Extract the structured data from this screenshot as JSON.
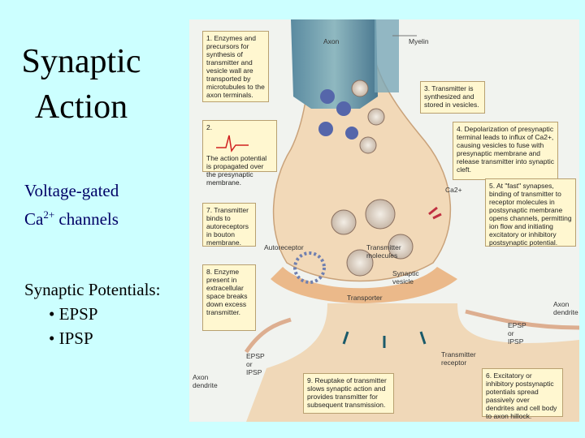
{
  "slide": {
    "title_line1": "Synaptic",
    "title_line2": "Action",
    "vg_line1": "Voltage-gated",
    "vg_ca": "Ca",
    "vg_sup": "2+",
    "vg_rest": " channels",
    "sp_heading": "Synaptic Potentials:",
    "sp_items": [
      "• EPSP",
      "• IPSP"
    ]
  },
  "diagram": {
    "labels": {
      "axon": "Axon",
      "myelin": "Myelin",
      "ca": "Ca2+",
      "autoreceptor": "Autoreceptor",
      "transmitter_molecules": "Transmitter molecules",
      "synaptic_vesicle": "Synaptic vesicle",
      "transporter": "Transporter",
      "transmitter_receptor": "Transmitter receptor",
      "axon_dendrite_right": "Axon dendrite",
      "epsp_ipsp_right": "EPSP or IPSP",
      "epsp_ipsp_left": "EPSP or IPSP",
      "axon_dendrite_left": "Axon dendrite"
    },
    "notes": {
      "n1": "1. Enzymes and precursors for synthesis of transmitter and vesicle wall are transported by microtubules to the axon terminals.",
      "n2": "2.",
      "n2b": "The action potential is propagated over the presynaptic membrane.",
      "n3": "3. Transmitter is synthesized and stored in vesicles.",
      "n4": "4. Depolarization of presynaptic terminal leads to influx of Ca2+, causing vesicles to fuse with presynaptic membrane and release transmitter into synaptic cleft.",
      "n5": "5. At \"fast\" synapses, binding of transmitter to receptor molecules in postsynaptic membrane opens channels, permitting ion flow and initiating excitatory or inhibitory postsynaptic potential.",
      "n7": "7. Transmitter binds to autoreceptors in bouton membrane.",
      "n8": "8. Enzyme present in extracellular space breaks down excess transmitter.",
      "n9": "9. Reuptake of transmitter slows synaptic action and provides transmitter for subsequent transmission.",
      "n6": "6. Excitatory or inhibitory postsynaptic potentials spread passively over dendrites and cell body to axon hillock."
    }
  }
}
